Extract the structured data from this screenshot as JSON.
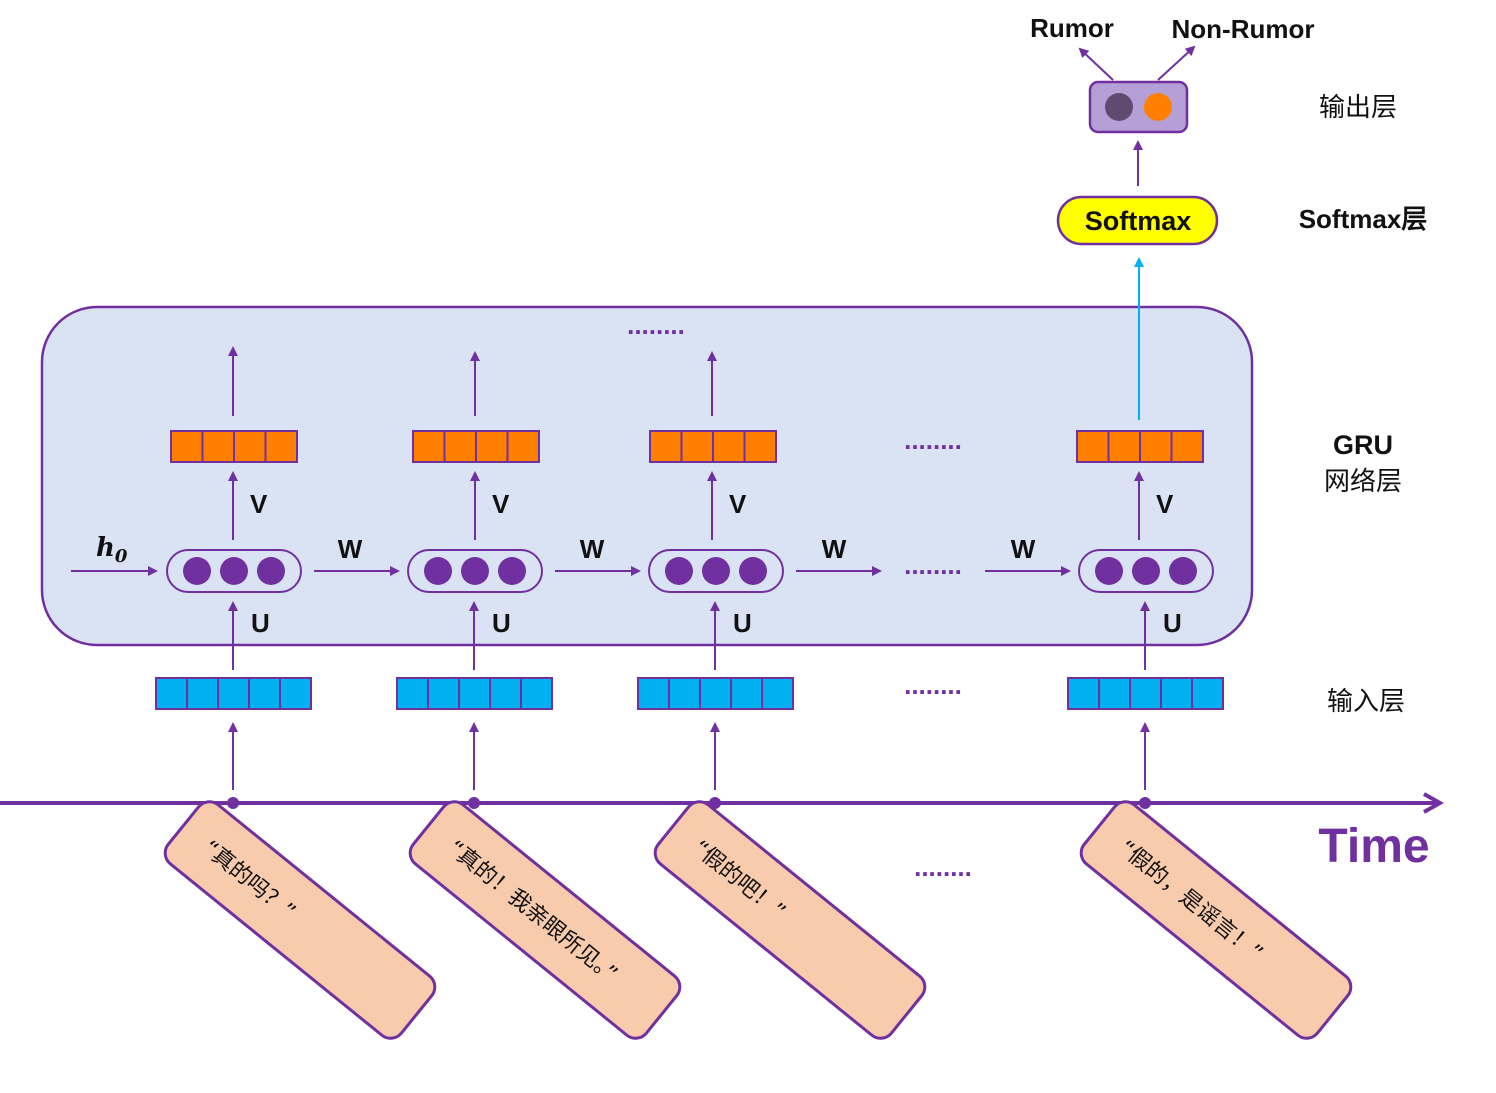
{
  "diagram": {
    "title": "GRU rumor detection architecture",
    "colors": {
      "purple": "#7030a0",
      "panel_fill": "#dae3f3",
      "orange": "#ff8000",
      "blue_cell": "#00b0f0",
      "softmax_fill": "#ffff00",
      "output_box_fill": "#b4a0d6",
      "output_node_dark": "#604a70",
      "output_node_orange": "#ff8000",
      "post_fill": "#f8cbad",
      "cyan_arrow": "#00b0f0"
    },
    "outputs": {
      "rumor": "Rumor",
      "non_rumor": "Non-Rumor"
    },
    "softmax_label": "Softmax",
    "layer_labels": {
      "output": "输出层",
      "softmax": "Softmax层",
      "gru_line1": "GRU",
      "gru_line2": "网络层",
      "input": "输入层"
    },
    "weights": {
      "V": "V",
      "W": "W",
      "U": "U",
      "h0": "h",
      "h0_sub": "0"
    },
    "ellipsis": "........",
    "time_label": "Time",
    "timesteps": [
      {
        "post": "“真的吗？”"
      },
      {
        "post": "“真的！我亲眼所见。”"
      },
      {
        "post": "“假的吧！”"
      },
      {
        "post": "“假的，是谣言！”"
      }
    ],
    "hidden_units_per_cell": 3,
    "output_vector_cells": 4,
    "input_vector_cells": 5
  }
}
